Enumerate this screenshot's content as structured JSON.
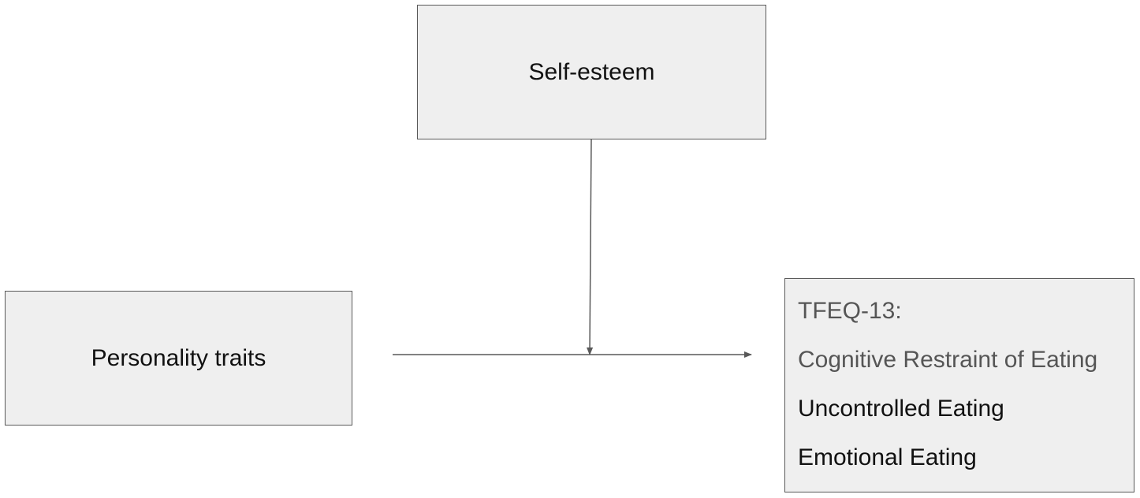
{
  "nodes": {
    "self_esteem": {
      "label": "Self-esteem"
    },
    "personality": {
      "label": "Personality traits"
    },
    "tfeq": {
      "title": "TFEQ-13:",
      "items": [
        "Cognitive Restraint of Eating",
        "Uncontrolled Eating",
        "Emotional Eating"
      ]
    }
  },
  "edges": [
    {
      "from": "personality",
      "to": "tfeq",
      "type": "main-effect"
    },
    {
      "from": "self_esteem",
      "to": "personality->tfeq",
      "type": "moderation"
    }
  ],
  "colors": {
    "box_fill": "#efefef",
    "box_border": "#595959",
    "arrow": "#595959",
    "text_dark": "#111111",
    "text_gray": "#555555"
  }
}
